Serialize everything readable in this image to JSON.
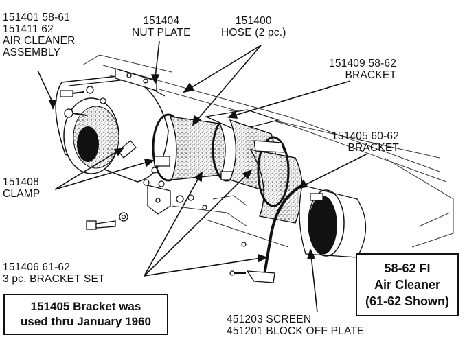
{
  "labels": {
    "air_cleaner": [
      "151401  58-61",
      "151411  62",
      "AIR CLEANER",
      "ASSEMBLY"
    ],
    "nut_plate": [
      "151404",
      "NUT PLATE"
    ],
    "hose": [
      "151400",
      "HOSE (2 pc.)"
    ],
    "bracket_58_62": [
      "151409  58-62",
      "BRACKET"
    ],
    "bracket_60_62": [
      "151405  60-62",
      "BRACKET"
    ],
    "clamp": [
      "151408",
      "CLAMP"
    ],
    "bracket_set": [
      "151406  61-62",
      "3 pc. BRACKET SET"
    ],
    "screen_block": [
      "451203  SCREEN",
      "451201  BLOCK OFF PLATE"
    ]
  },
  "notes": {
    "bracket_note": [
      "151405 Bracket was",
      "used thru January 1960"
    ],
    "title_box": [
      "58-62 FI",
      "Air Cleaner",
      "(61-62 Shown)"
    ]
  }
}
